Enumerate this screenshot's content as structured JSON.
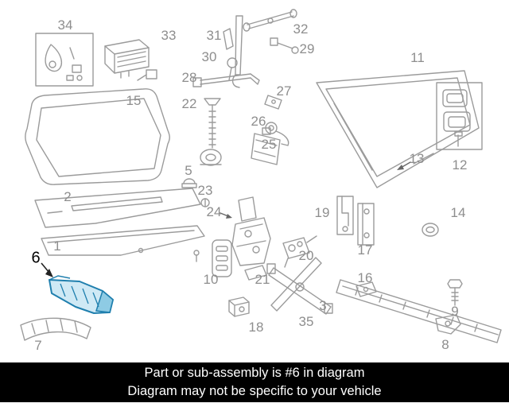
{
  "diagram": {
    "highlighted_part": "6",
    "labels": [
      "34",
      "33",
      "31",
      "32",
      "30",
      "29",
      "28",
      "27",
      "22",
      "26",
      "11",
      "15",
      "25",
      "13",
      "12",
      "5",
      "23",
      "2",
      "24",
      "19",
      "14",
      "1",
      "17",
      "20",
      "6",
      "16",
      "10",
      "21",
      "3",
      "9",
      "35",
      "18",
      "7",
      "8"
    ]
  },
  "banner": {
    "line1": "Part or sub-assembly is #6 in diagram",
    "line2": "Diagram may not be specific to your vehicle"
  },
  "colors": {
    "line_art": "#9b9b9b",
    "label_text": "#8e8e8e",
    "highlight_stroke": "#1f7fae",
    "highlight_fill": "#cfe9f5",
    "banner_bg": "#000000",
    "banner_text": "#ffffff"
  }
}
